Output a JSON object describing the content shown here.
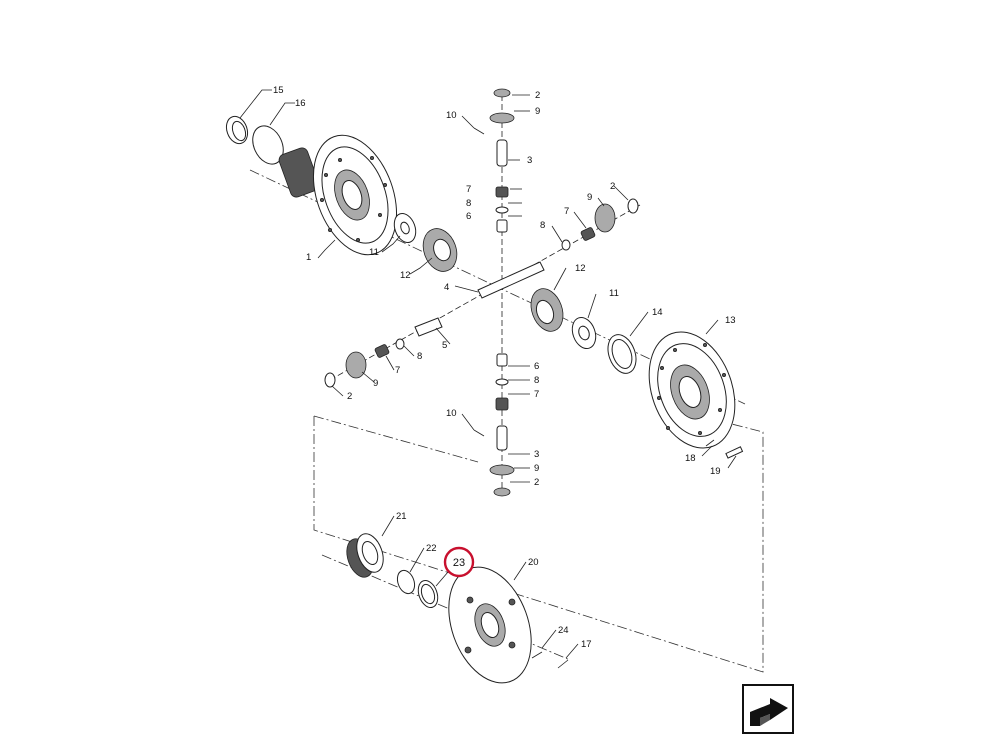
{
  "diagram": {
    "callouts": [
      {
        "id": "c15a",
        "text": "15"
      },
      {
        "id": "c16a",
        "text": "16"
      },
      {
        "id": "c1",
        "text": "1"
      },
      {
        "id": "c11a",
        "text": "11"
      },
      {
        "id": "c12a",
        "text": "12"
      },
      {
        "id": "c4",
        "text": "4"
      },
      {
        "id": "c5",
        "text": "5"
      },
      {
        "id": "c8a",
        "text": "8"
      },
      {
        "id": "c7a",
        "text": "7"
      },
      {
        "id": "c9a",
        "text": "9"
      },
      {
        "id": "c2a",
        "text": "2"
      },
      {
        "id": "c10a",
        "text": "10"
      },
      {
        "id": "c2b",
        "text": "2"
      },
      {
        "id": "c9b",
        "text": "9"
      },
      {
        "id": "c3a",
        "text": "3"
      },
      {
        "id": "c7b",
        "text": "7"
      },
      {
        "id": "c8b",
        "text": "8"
      },
      {
        "id": "c6a",
        "text": "6"
      },
      {
        "id": "c2c",
        "text": "2"
      },
      {
        "id": "c9c",
        "text": "9"
      },
      {
        "id": "c7c",
        "text": "7"
      },
      {
        "id": "c8c",
        "text": "8"
      },
      {
        "id": "c12b",
        "text": "12"
      },
      {
        "id": "c11b",
        "text": "11"
      },
      {
        "id": "c14",
        "text": "14"
      },
      {
        "id": "c13",
        "text": "13"
      },
      {
        "id": "c6b",
        "text": "6"
      },
      {
        "id": "c8d",
        "text": "8"
      },
      {
        "id": "c7d",
        "text": "7"
      },
      {
        "id": "c10b",
        "text": "10"
      },
      {
        "id": "c3b",
        "text": "3"
      },
      {
        "id": "c9d",
        "text": "9"
      },
      {
        "id": "c2d",
        "text": "2"
      },
      {
        "id": "c18",
        "text": "18"
      },
      {
        "id": "c19",
        "text": "19"
      },
      {
        "id": "c21",
        "text": "21"
      },
      {
        "id": "c22",
        "text": "22"
      },
      {
        "id": "c20",
        "text": "20"
      },
      {
        "id": "c24",
        "text": "24"
      },
      {
        "id": "c17",
        "text": "17"
      }
    ],
    "highlighted_callout": "23",
    "highlight_color": "#c8102e",
    "nav_icon": "next-page-arrow-icon"
  }
}
